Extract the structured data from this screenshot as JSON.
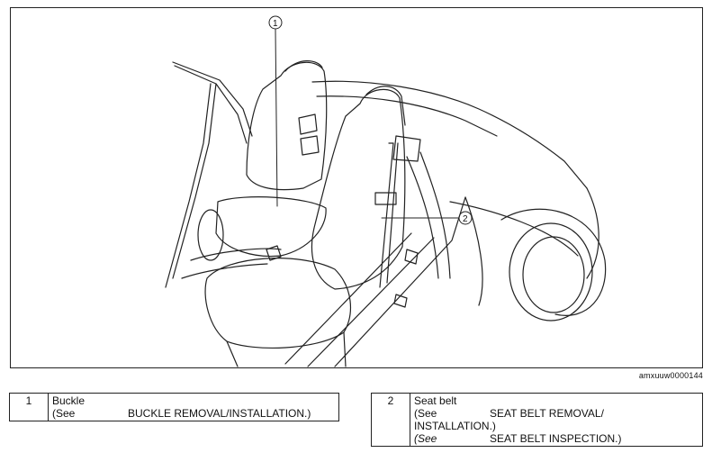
{
  "figure": {
    "id_code": "amxuuw0000144",
    "callouts": [
      {
        "num": "1"
      },
      {
        "num": "2"
      }
    ]
  },
  "legend": [
    {
      "num": "1",
      "name": "Buckle",
      "refs": [
        {
          "see": "(See",
          "text": "BUCKLE REMOVAL/INSTALLATION.)"
        }
      ]
    },
    {
      "num": "2",
      "name": "Seat belt",
      "refs": [
        {
          "see": "(See",
          "text": "SEAT BELT REMOVAL/",
          "cont": "INSTALLATION.)"
        },
        {
          "see": "(See",
          "text": "SEAT BELT INSPECTION.)"
        }
      ]
    }
  ]
}
